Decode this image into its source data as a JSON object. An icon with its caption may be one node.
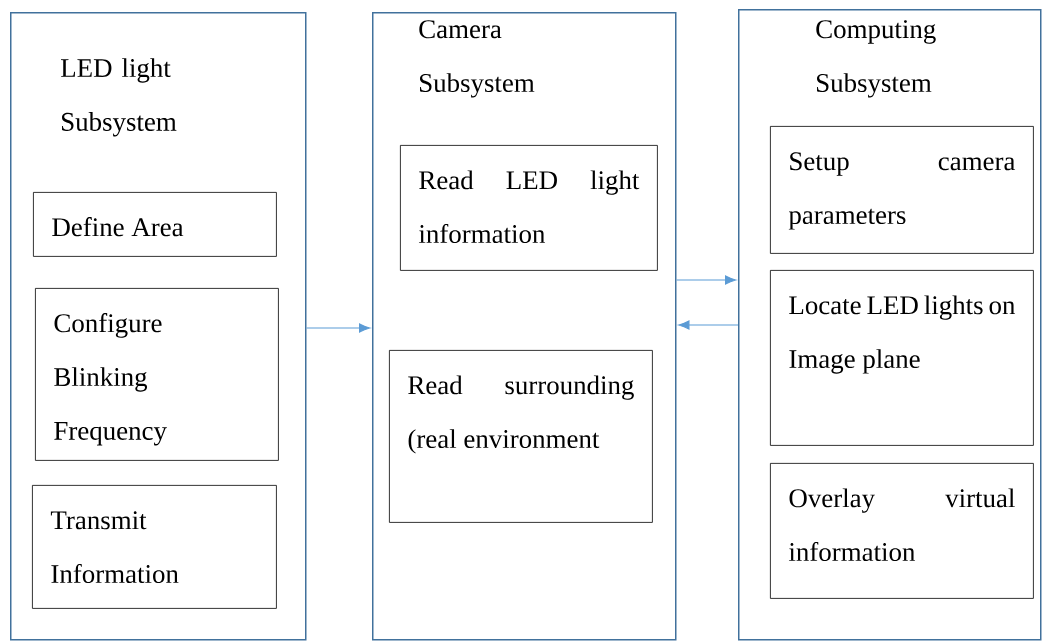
{
  "diagram": {
    "nodes": [
      {
        "text": [
          "LED light Subsystem"
        ]
      },
      {
        "text": [
          "Define Area"
        ],
        "in": 0
      },
      {
        "text": [
          "Configure Blinking Frequency"
        ],
        "in": 0
      },
      {
        "text": [
          "Transmit Information"
        ],
        "in": 0
      },
      {
        "text": [
          "Camera Subsystem"
        ]
      },
      {
        "text": [
          "Read LED light information"
        ],
        "in": 4
      },
      {
        "text": [
          "Read surrounding (real environment"
        ],
        "in": 4
      },
      {
        "text": [
          "Computing Subsystem"
        ]
      },
      {
        "text": [
          "Setup camera parameters"
        ],
        "in": 7
      },
      {
        "text": [
          "Locate LED lights on Image plane"
        ],
        "in": 7
      },
      {
        "text": [
          "Overlay virtual information"
        ],
        "in": 7
      }
    ],
    "edges": [
      {
        "from": 0,
        "to": 4,
        "arrow": "to"
      },
      {
        "from": 4,
        "to": 7,
        "arrow": "to"
      },
      {
        "from": 7,
        "to": 4,
        "arrow": "to"
      }
    ]
  }
}
